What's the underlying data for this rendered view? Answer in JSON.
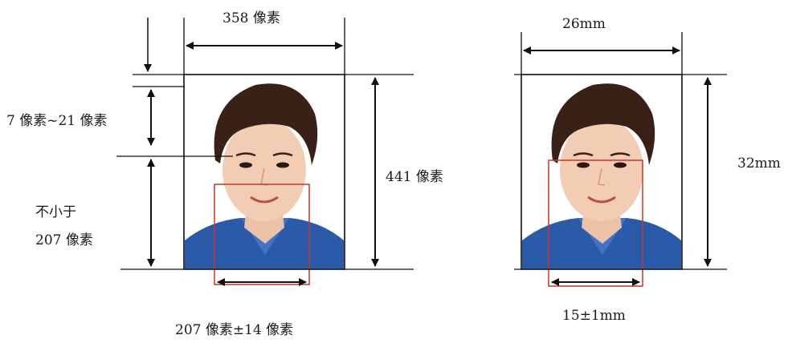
{
  "left_photo": {
    "width_label": "358 像素",
    "height_label": "441 像素",
    "head_top_label": "7 像素~21 像素",
    "chin_to_eye_label_line1": "不小于",
    "chin_to_eye_label_line2": "207 像素",
    "face_width_label": "207 像素±14 像素"
  },
  "right_photo": {
    "width_label": "26mm",
    "height_label": "32mm",
    "face_width_label": "15±1mm"
  },
  "colors": {
    "line": "#111111",
    "face_frame": "#c0392b",
    "shirt": "#2a5aa8",
    "hair": "#3a2118",
    "skin": "#f2cdb4",
    "background": "#ffffff"
  }
}
